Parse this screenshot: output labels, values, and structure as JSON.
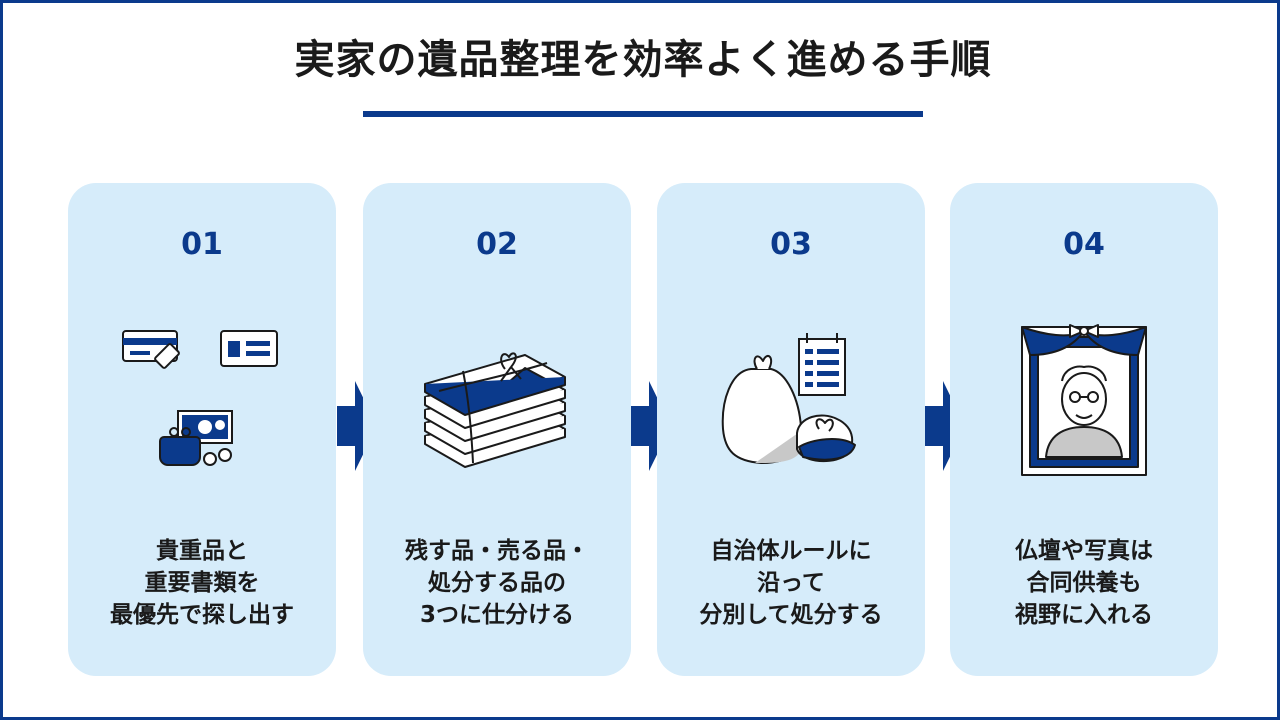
{
  "title": "実家の遺品整理を効率よく進める手順",
  "colors": {
    "accent": "#0b3a8c",
    "card_bg": "#d6ecfa",
    "text": "#1a1a1a"
  },
  "steps": [
    {
      "number": "01",
      "icon": "valuables-icon",
      "lines": [
        "貴重品と",
        "重要書類を",
        "最優先で探し出す"
      ]
    },
    {
      "number": "02",
      "icon": "bundled-items-icon",
      "lines": [
        "残す品・売る品・",
        "処分する品の",
        "3つに仕分ける"
      ]
    },
    {
      "number": "03",
      "icon": "garbage-bags-icon",
      "lines": [
        "自治体ルールに",
        "沿って",
        "分別して処分する"
      ]
    },
    {
      "number": "04",
      "icon": "memorial-portrait-icon",
      "lines": [
        "仏壇や写真は",
        "合同供養も",
        "視野に入れる"
      ]
    }
  ]
}
